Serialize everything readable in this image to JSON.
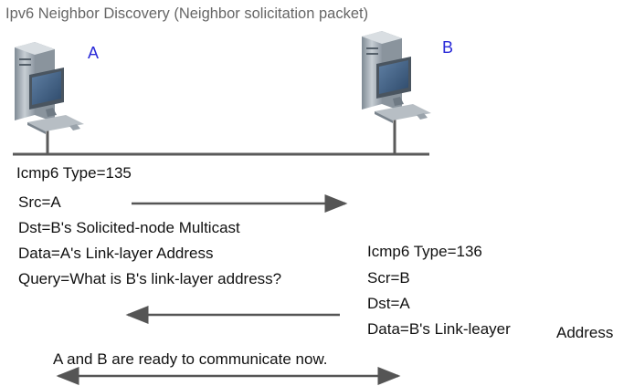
{
  "title": "Ipv6 Neighbor Discovery (Neighbor solicitation packet)",
  "hosts": {
    "a_label": "A",
    "b_label": "B"
  },
  "solicitation": {
    "type_line": "Icmp6 Type=135",
    "src_line": "Src=A",
    "dst_line": "Dst=B's Solicited-node Multicast",
    "data_line": "Data=A's Link-layer Address",
    "query_line": "Query=What is B's link-layer address?"
  },
  "advertisement": {
    "type_line": "Icmp6 Type=136",
    "src_line": "Scr=B",
    "dst_line": "Dst=A",
    "data_line": "Data=B's Link-leayer",
    "data_suffix": "Address"
  },
  "footer": {
    "ready_line": "A and B are ready to communicate now."
  },
  "colors": {
    "label_blue": "#2a2ad8",
    "arrow_gray": "#555555",
    "bus_gray": "#5a5a5a"
  },
  "icons": [
    "computer-icon-a",
    "computer-icon-b"
  ]
}
